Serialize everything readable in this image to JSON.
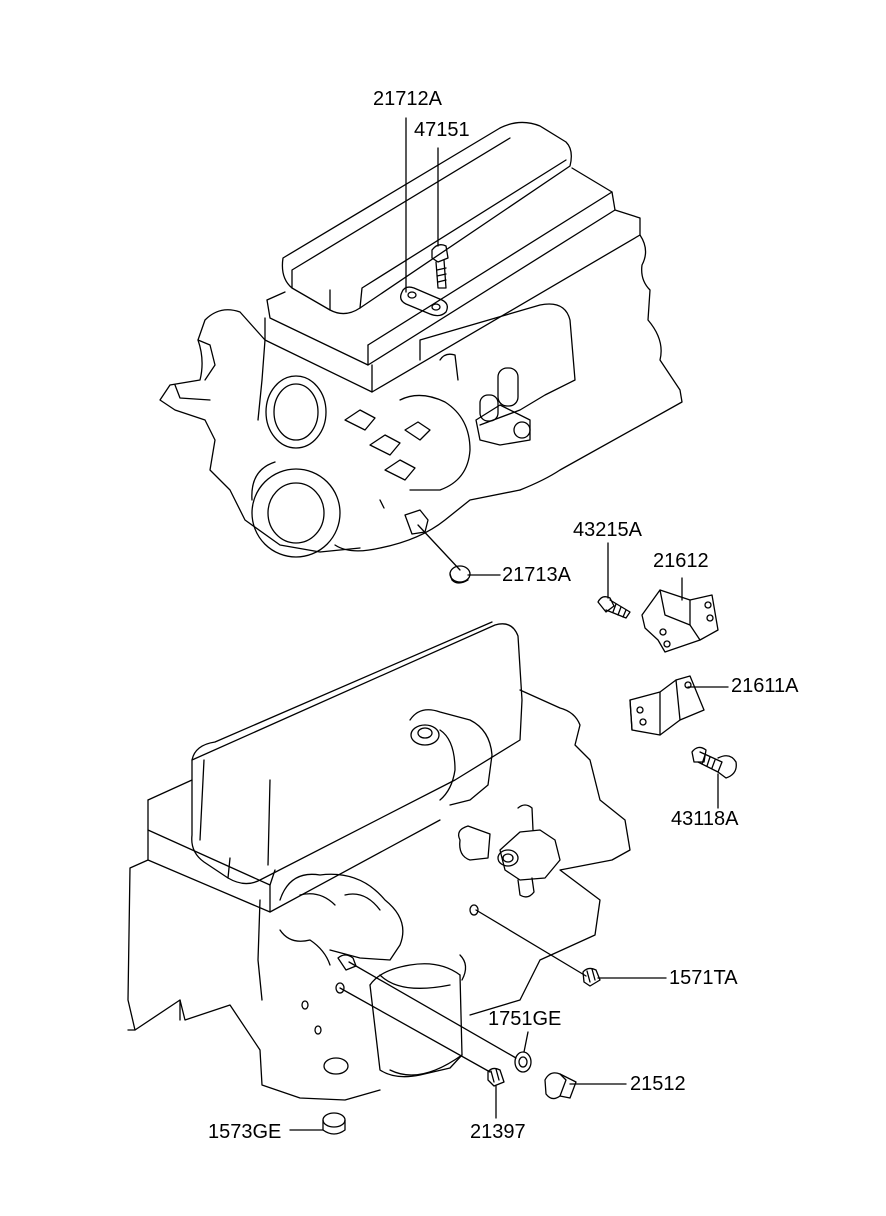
{
  "diagram": {
    "line_color": "#000000",
    "background": "#ffffff",
    "labels": {
      "p21712A": "21712A",
      "p47151": "47151",
      "p21713A": "21713A",
      "p43215A": "43215A",
      "p21612": "21612",
      "p21611A": "21611A",
      "p43118A": "43118A",
      "p1571TA": "1571TA",
      "p1751GE": "1751GE",
      "p21512": "21512",
      "p1573GE": "1573GE",
      "p21397": "21397"
    }
  }
}
